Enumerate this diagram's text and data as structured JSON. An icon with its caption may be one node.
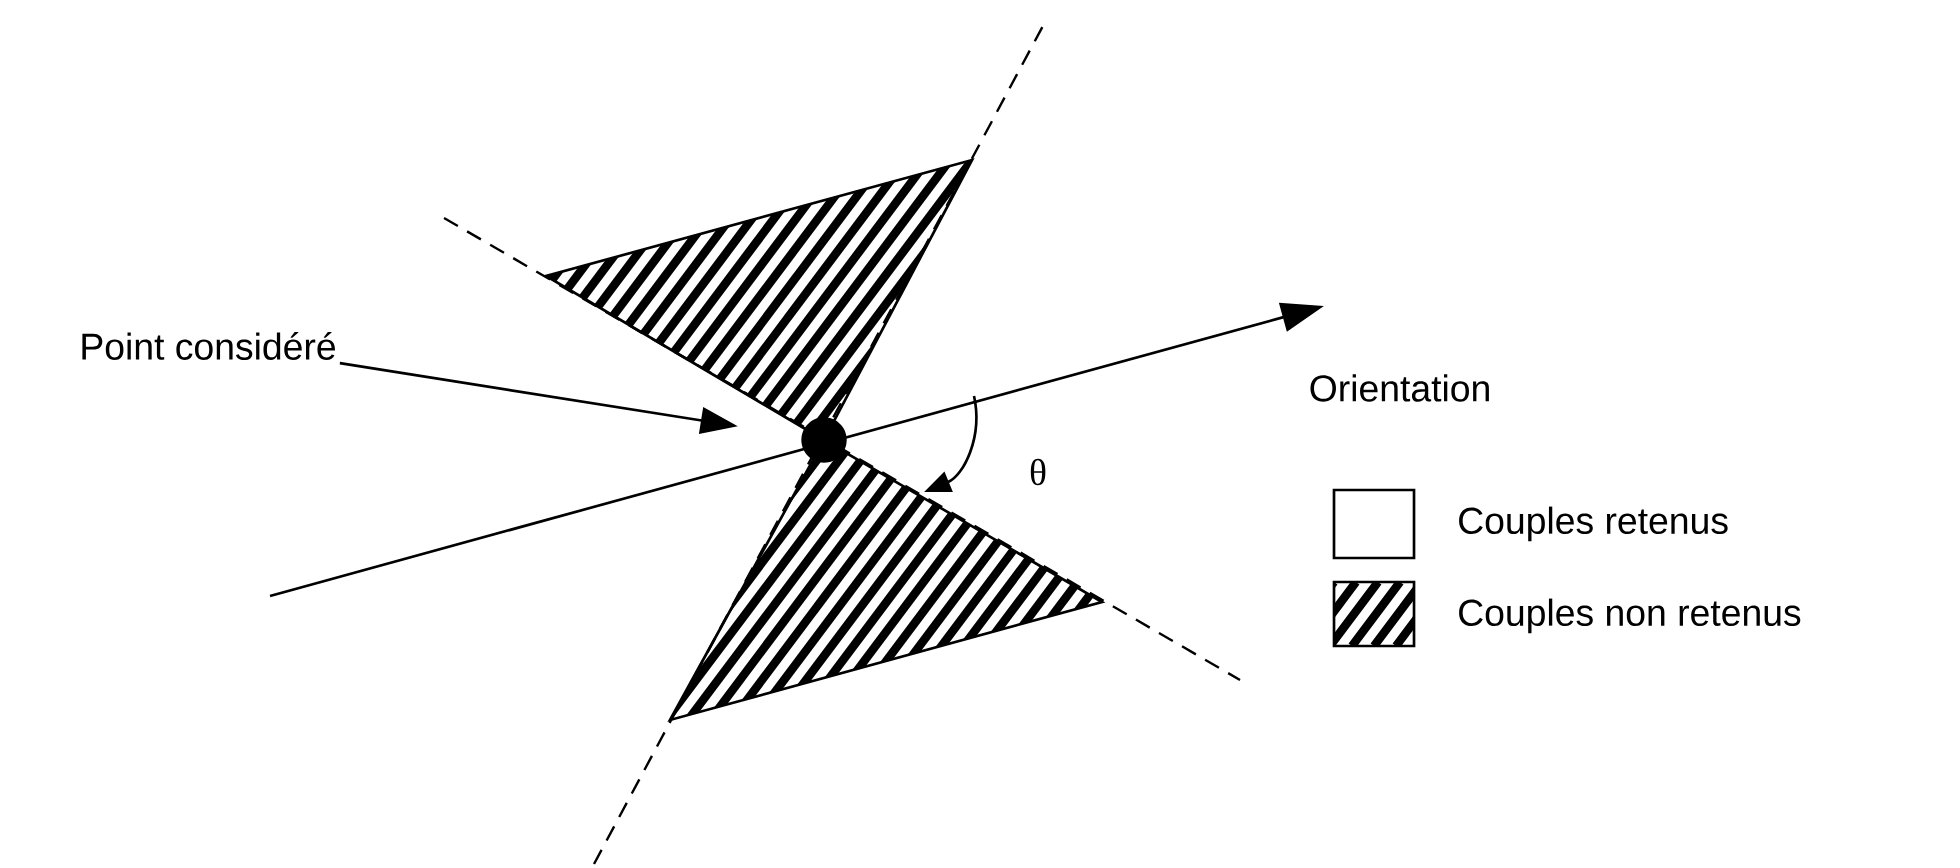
{
  "diagram": {
    "nodes": [
      {
        "text": [
          "Point considéré"
        ]
      },
      {
        "text": [],
        "shape": "circle"
      }
    ],
    "edges": [
      {
        "from": 0,
        "to": 1,
        "arrow": "to"
      }
    ],
    "labels": [
      "Orientation",
      "θ"
    ],
    "legend": [
      {
        "text": "Couples retenus"
      },
      {
        "text": "Couples non retenus"
      }
    ]
  }
}
